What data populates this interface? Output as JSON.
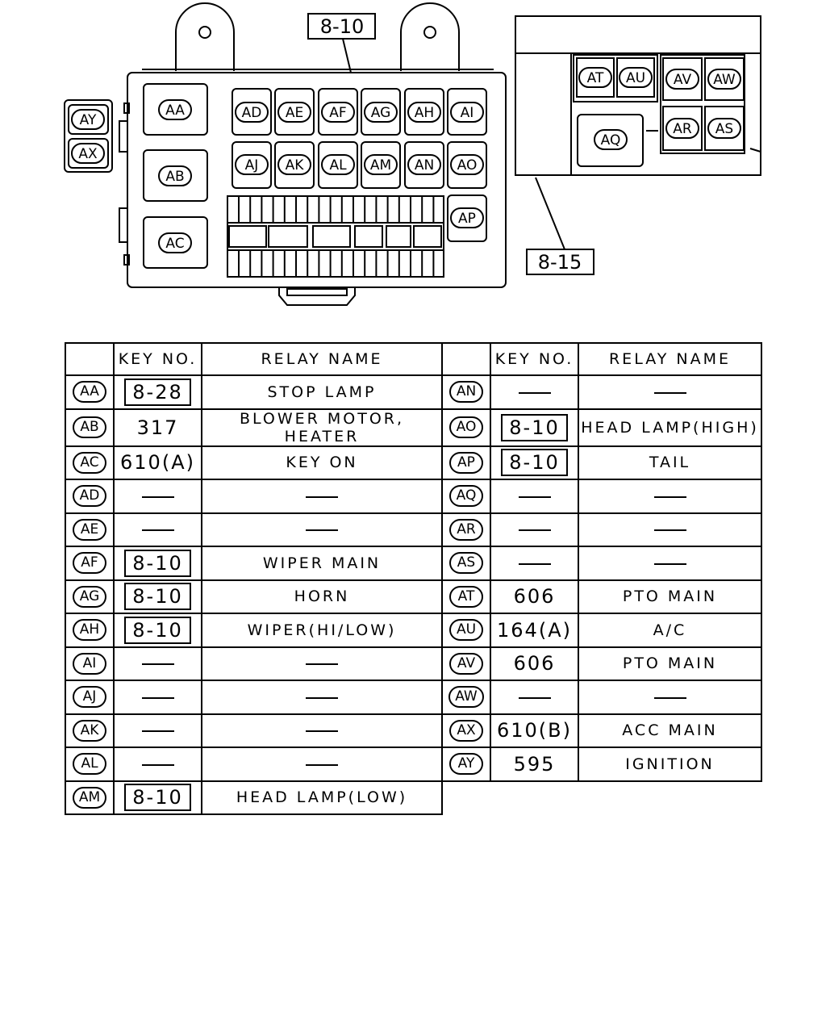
{
  "diagram": {
    "ref_left": "8-10",
    "ref_right": "8-15",
    "main_box_tags": [
      "AA",
      "AB",
      "AC"
    ],
    "row1_tags": [
      "AD",
      "AE",
      "AF",
      "AG",
      "AH",
      "AI"
    ],
    "row2_tags": [
      "AJ",
      "AK",
      "AL",
      "AM",
      "AN",
      "AO"
    ],
    "side_tag": "AP",
    "left_tags": [
      "AY",
      "AX"
    ],
    "right_panel_tags": [
      "AT",
      "AU",
      "AV",
      "AW",
      "AQ",
      "AR",
      "AS"
    ]
  },
  "table": {
    "headers": {
      "key_no": "KEY NO.",
      "relay_name": "RELAY NAME"
    },
    "left_rows": [
      {
        "tag": "AA",
        "key": "8-28",
        "boxed": true,
        "name": "STOP LAMP"
      },
      {
        "tag": "AB",
        "key": "317",
        "boxed": false,
        "name": "BLOWER MOTOR, HEATER"
      },
      {
        "tag": "AC",
        "key": "610(A)",
        "boxed": false,
        "name": "KEY ON"
      },
      {
        "tag": "AD",
        "key": "",
        "boxed": false,
        "name": ""
      },
      {
        "tag": "AE",
        "key": "",
        "boxed": false,
        "name": ""
      },
      {
        "tag": "AF",
        "key": "8-10",
        "boxed": true,
        "name": "WIPER MAIN"
      },
      {
        "tag": "AG",
        "key": "8-10",
        "boxed": true,
        "name": "HORN"
      },
      {
        "tag": "AH",
        "key": "8-10",
        "boxed": true,
        "name": "WIPER(HI/LOW)"
      },
      {
        "tag": "AI",
        "key": "",
        "boxed": false,
        "name": ""
      },
      {
        "tag": "AJ",
        "key": "",
        "boxed": false,
        "name": ""
      },
      {
        "tag": "AK",
        "key": "",
        "boxed": false,
        "name": ""
      },
      {
        "tag": "AL",
        "key": "",
        "boxed": false,
        "name": ""
      },
      {
        "tag": "AM",
        "key": "8-10",
        "boxed": true,
        "name": "HEAD LAMP(LOW)"
      }
    ],
    "right_rows": [
      {
        "tag": "AN",
        "key": "",
        "boxed": false,
        "name": ""
      },
      {
        "tag": "AO",
        "key": "8-10",
        "boxed": true,
        "name": "HEAD LAMP(HIGH)"
      },
      {
        "tag": "AP",
        "key": "8-10",
        "boxed": true,
        "name": "TAIL"
      },
      {
        "tag": "AQ",
        "key": "",
        "boxed": false,
        "name": ""
      },
      {
        "tag": "AR",
        "key": "",
        "boxed": false,
        "name": ""
      },
      {
        "tag": "AS",
        "key": "",
        "boxed": false,
        "name": ""
      },
      {
        "tag": "AT",
        "key": "606",
        "boxed": false,
        "name": "PTO MAIN"
      },
      {
        "tag": "AU",
        "key": "164(A)",
        "boxed": false,
        "name": "A/C"
      },
      {
        "tag": "AV",
        "key": "606",
        "boxed": false,
        "name": "PTO MAIN"
      },
      {
        "tag": "AW",
        "key": "",
        "boxed": false,
        "name": ""
      },
      {
        "tag": "AX",
        "key": "610(B)",
        "boxed": false,
        "name": "ACC MAIN"
      },
      {
        "tag": "AY",
        "key": "595",
        "boxed": false,
        "name": "IGNITION"
      }
    ]
  }
}
